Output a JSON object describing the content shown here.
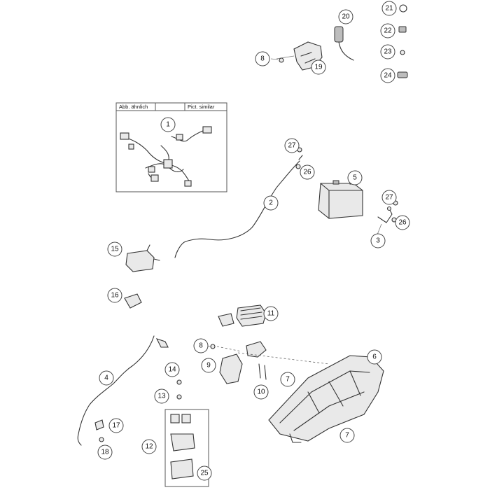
{
  "inset": {
    "label_left": "Abb. ähnlich",
    "label_right": "Pict. similar"
  },
  "callouts": [
    {
      "id": "c21",
      "label": "21"
    },
    {
      "id": "c20",
      "label": "20"
    },
    {
      "id": "c22",
      "label": "22"
    },
    {
      "id": "c8a",
      "label": "8"
    },
    {
      "id": "c23",
      "label": "23"
    },
    {
      "id": "c19",
      "label": "19"
    },
    {
      "id": "c24",
      "label": "24"
    },
    {
      "id": "c1",
      "label": "1"
    },
    {
      "id": "c27a",
      "label": "27"
    },
    {
      "id": "c26a",
      "label": "26"
    },
    {
      "id": "c5",
      "label": "5"
    },
    {
      "id": "c2",
      "label": "2"
    },
    {
      "id": "c27b",
      "label": "27"
    },
    {
      "id": "c26b",
      "label": "26"
    },
    {
      "id": "c3",
      "label": "3"
    },
    {
      "id": "c15",
      "label": "15"
    },
    {
      "id": "c16",
      "label": "16"
    },
    {
      "id": "c11",
      "label": "11"
    },
    {
      "id": "c8b",
      "label": "8"
    },
    {
      "id": "c6",
      "label": "6"
    },
    {
      "id": "c9",
      "label": "9"
    },
    {
      "id": "c4",
      "label": "4"
    },
    {
      "id": "c14",
      "label": "14"
    },
    {
      "id": "c7a",
      "label": "7"
    },
    {
      "id": "c10",
      "label": "10"
    },
    {
      "id": "c13",
      "label": "13"
    },
    {
      "id": "c17",
      "label": "17"
    },
    {
      "id": "c7b",
      "label": "7"
    },
    {
      "id": "c12",
      "label": "12"
    },
    {
      "id": "c18",
      "label": "18"
    },
    {
      "id": "c25",
      "label": "25"
    }
  ]
}
